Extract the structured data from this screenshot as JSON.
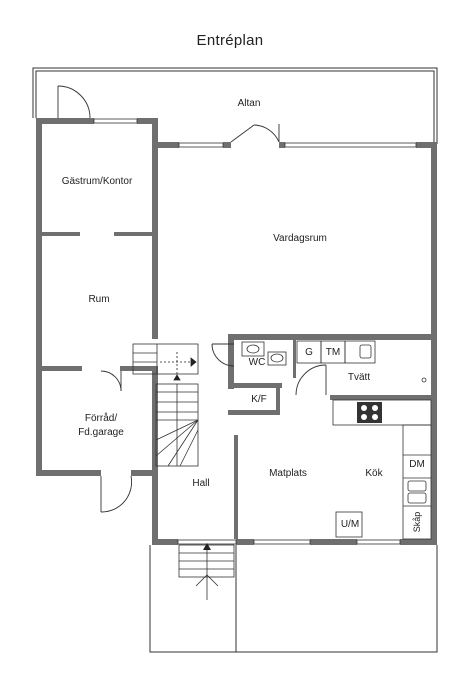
{
  "title": "Entréplan",
  "rooms": {
    "altan": "Altan",
    "gastrum": "Gästrum/Kontor",
    "vardagsrum": "Vardagsrum",
    "rum": "Rum",
    "wc": "WC",
    "g": "G",
    "tm": "TM",
    "tvatt": "Tvätt",
    "kf": "K/F",
    "forrad_line1": "Förråd/",
    "forrad_line2": "Fd.garage",
    "hall": "Hall",
    "matplats": "Matplats",
    "kok": "Kök",
    "dm": "DM",
    "um": "U/M",
    "skap": "Skåp"
  },
  "colors": {
    "wall": "#6f6f6f",
    "line": "#333333",
    "background": "#ffffff"
  }
}
